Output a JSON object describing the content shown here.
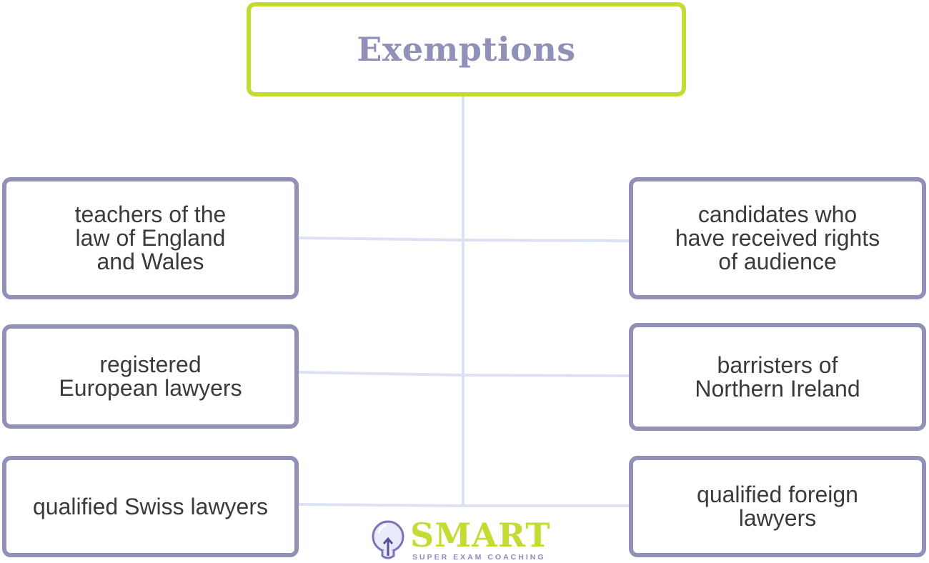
{
  "title": "Exemptions",
  "left_items": [
    {
      "lines": [
        "teachers of the",
        "law of England",
        "and Wales"
      ]
    },
    {
      "lines": [
        "registered",
        "European lawyers"
      ]
    },
    {
      "lines": [
        "qualified Swiss lawyers"
      ]
    }
  ],
  "right_items": [
    {
      "lines": [
        "candidates who",
        "have received rights",
        "of audience"
      ]
    },
    {
      "lines": [
        "barristers of",
        "Northern Ireland"
      ]
    },
    {
      "lines": [
        "qualified foreign",
        "lawyers"
      ]
    }
  ],
  "logo": {
    "wordmark": "SMART",
    "tagline": "SUPER EXAM COACHING",
    "icon": "lightbulb-icon"
  },
  "colors": {
    "accent_green": "#c5da33",
    "node_border": "#9190b9",
    "connector": "#dde1f4",
    "text": "#3a3a3a"
  }
}
